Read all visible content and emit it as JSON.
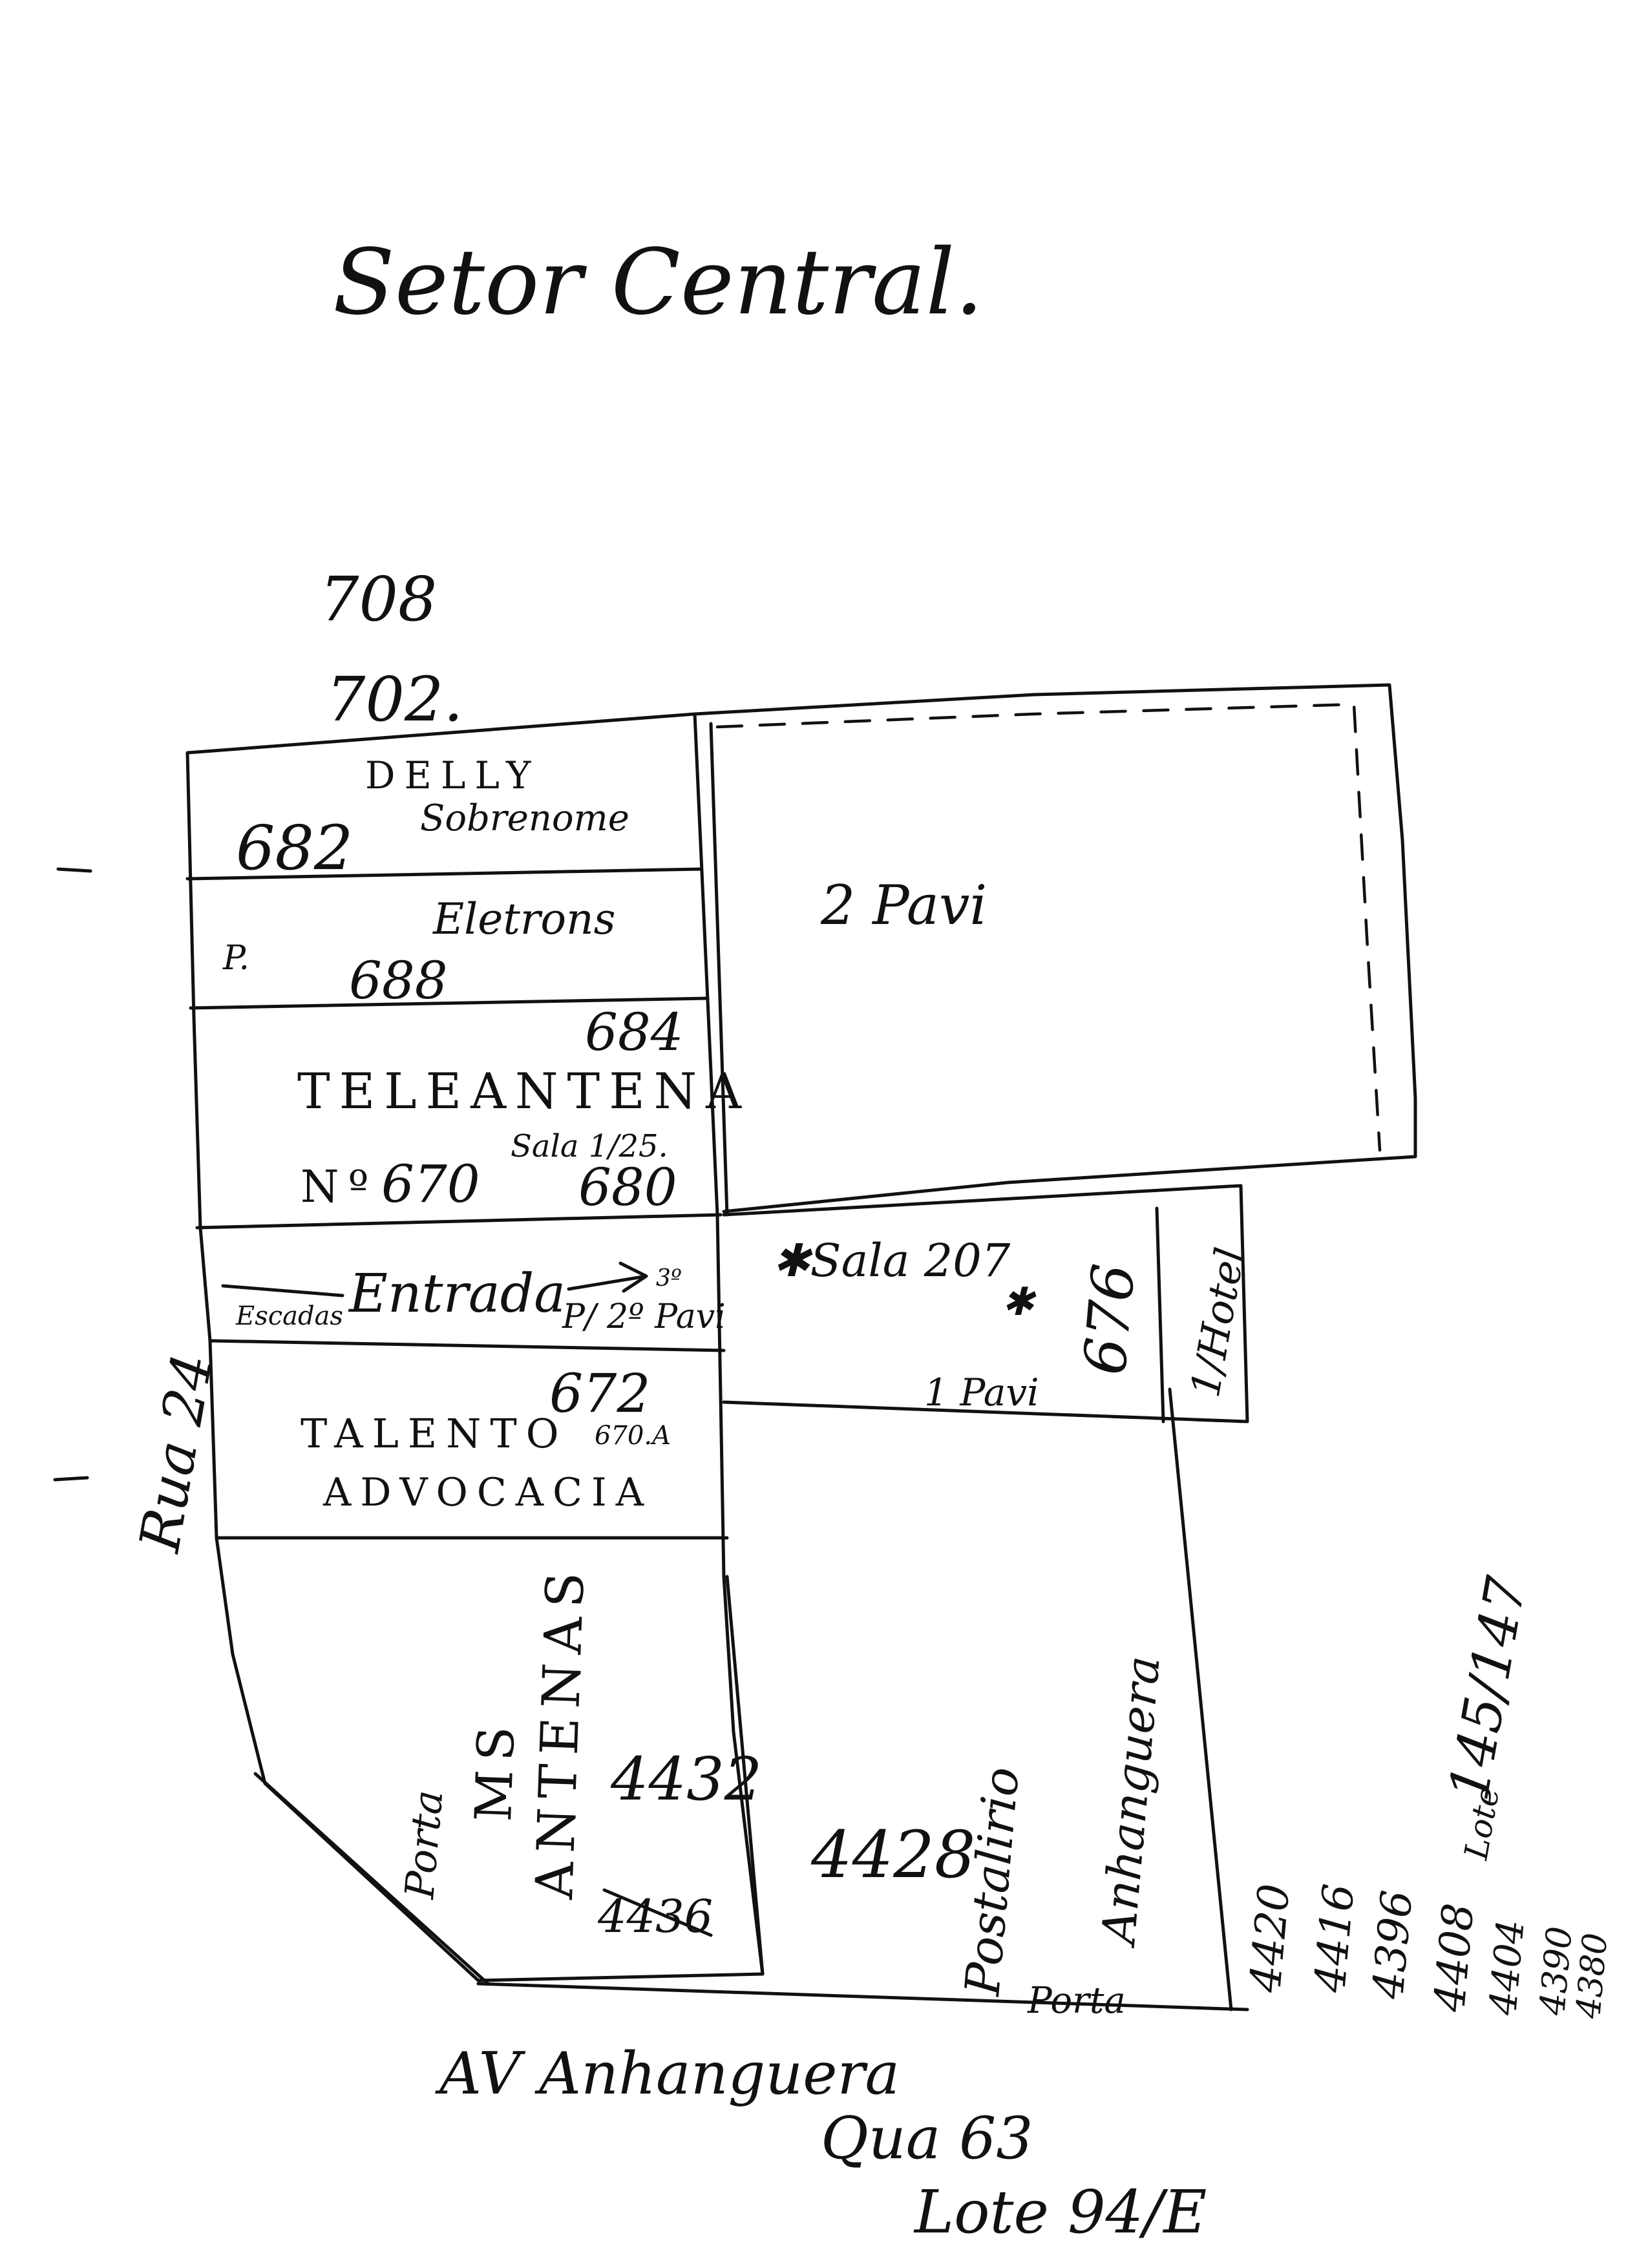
{
  "title": "Setor Central.",
  "numbers_above": [
    "708",
    "702."
  ],
  "street_left": "Rua 24",
  "avenue": "AV Anhanguera",
  "quadra": "Qua 63",
  "lote": "Lote 94/E",
  "lot_ref": "145/147",
  "lot_ref_prefix": "Lote",
  "units": {
    "delly_1": "DELLY",
    "delly_2": "Sobrenome",
    "n682": "682",
    "eletrons": "Eletrons",
    "p_mark": "P.",
    "n688": "688",
    "n684": "684",
    "teleantena": "TELEANTENA",
    "no": "Nº",
    "n670": "670",
    "salas": "Sala 1/25.",
    "n680": "680",
    "pavi": "2 Pavi",
    "escadas": "Escadas",
    "entrada": "Entrada",
    "arrow_3": "3º",
    "p_20pavi": "P/ 2º Pavi",
    "sala207": "✱Sala 207",
    "star": "✱",
    "n676": "676",
    "pavi1": "1 Pavi",
    "hotel": "1/Hotel",
    "talento": "TALENTO",
    "n672": "672",
    "n670a": "670.A",
    "advocacia": "ADVOCACIA",
    "ms": "MS",
    "antenas": "ANTENAS",
    "n4432": "4432",
    "n4436": "4436",
    "porta_left": "Porta",
    "n4428": "4428",
    "postalirio": "Postalirio",
    "anhanguera": "Anhanguera",
    "porta_bottom": "Porta"
  },
  "address_list": [
    "4420",
    "4416",
    "4396",
    "4408",
    "4404",
    "4390",
    "4380"
  ]
}
